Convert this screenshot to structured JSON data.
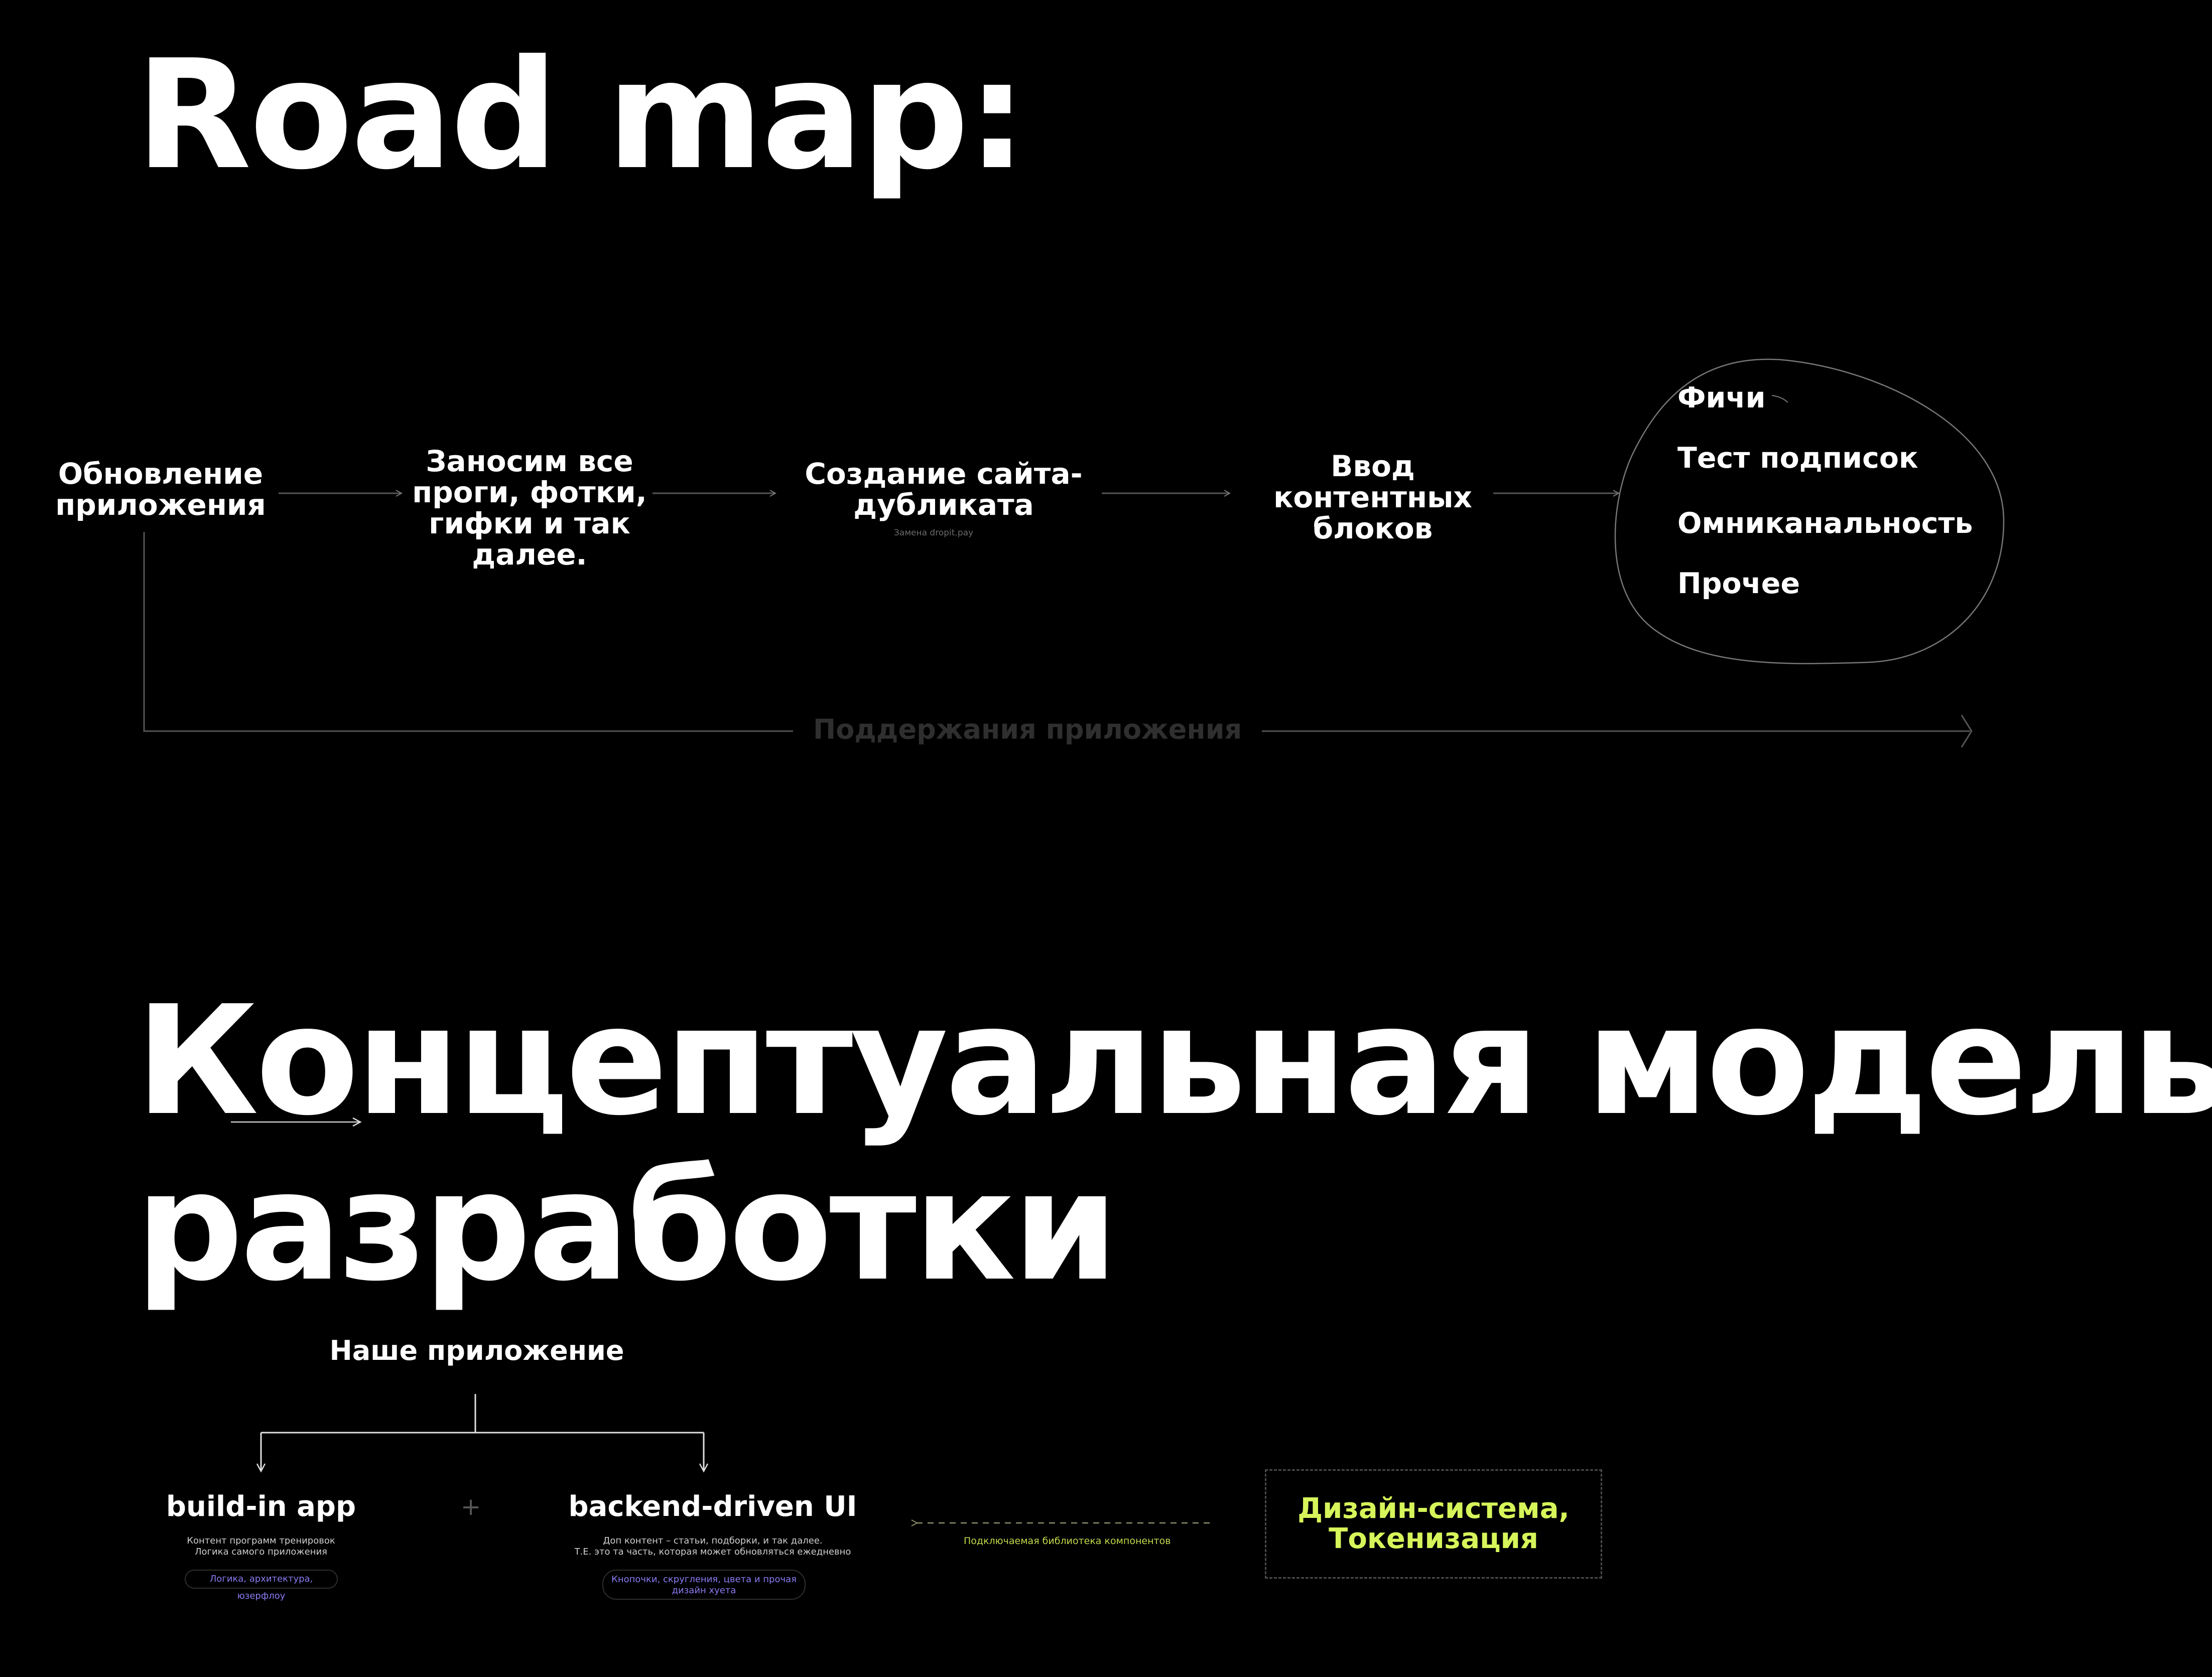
{
  "roadmap": {
    "title": "Road map:",
    "steps": [
      {
        "label": "Обновление\nприложения"
      },
      {
        "label": "Заносим все\nпроги, фотки,\nгифки и так\nдалее."
      },
      {
        "label": "Создание сайта-\nдубликата",
        "note": "Замена dropit.pay"
      },
      {
        "label": "Ввод\nконтентных\nблоков"
      }
    ],
    "features": [
      "Фичи",
      "Тест подписок",
      "Омниканальность",
      "Прочее"
    ],
    "support_label": "Поддержания приложения"
  },
  "model": {
    "title_line1": "Концептуальная модель",
    "title_line2": "разработки",
    "root": "Наше приложение",
    "build_in": {
      "title": "build-in app",
      "desc": "Контент программ тренировок\nЛогика самого приложения",
      "tag": "Логика, архитектура, юзерфлоу"
    },
    "plus": "+",
    "backend": {
      "title": "backend-driven UI",
      "desc": "Доп контент – статьи, подборки, и так далее.\nТ.Е. это та часть, которая может обновляться ежедневно",
      "tag": "Кнопочки, скругления, цвета и прочая\nдизайн хуета"
    },
    "library_label": "Подключаемая библиотека компонентов",
    "design_system": "Дизайн-система,\nТокенизация"
  },
  "colors": {
    "background": "#000000",
    "text": "#ffffff",
    "accent": "#d6f55a",
    "tag": "#8a7cf2",
    "muted": "#2f2f2f"
  }
}
